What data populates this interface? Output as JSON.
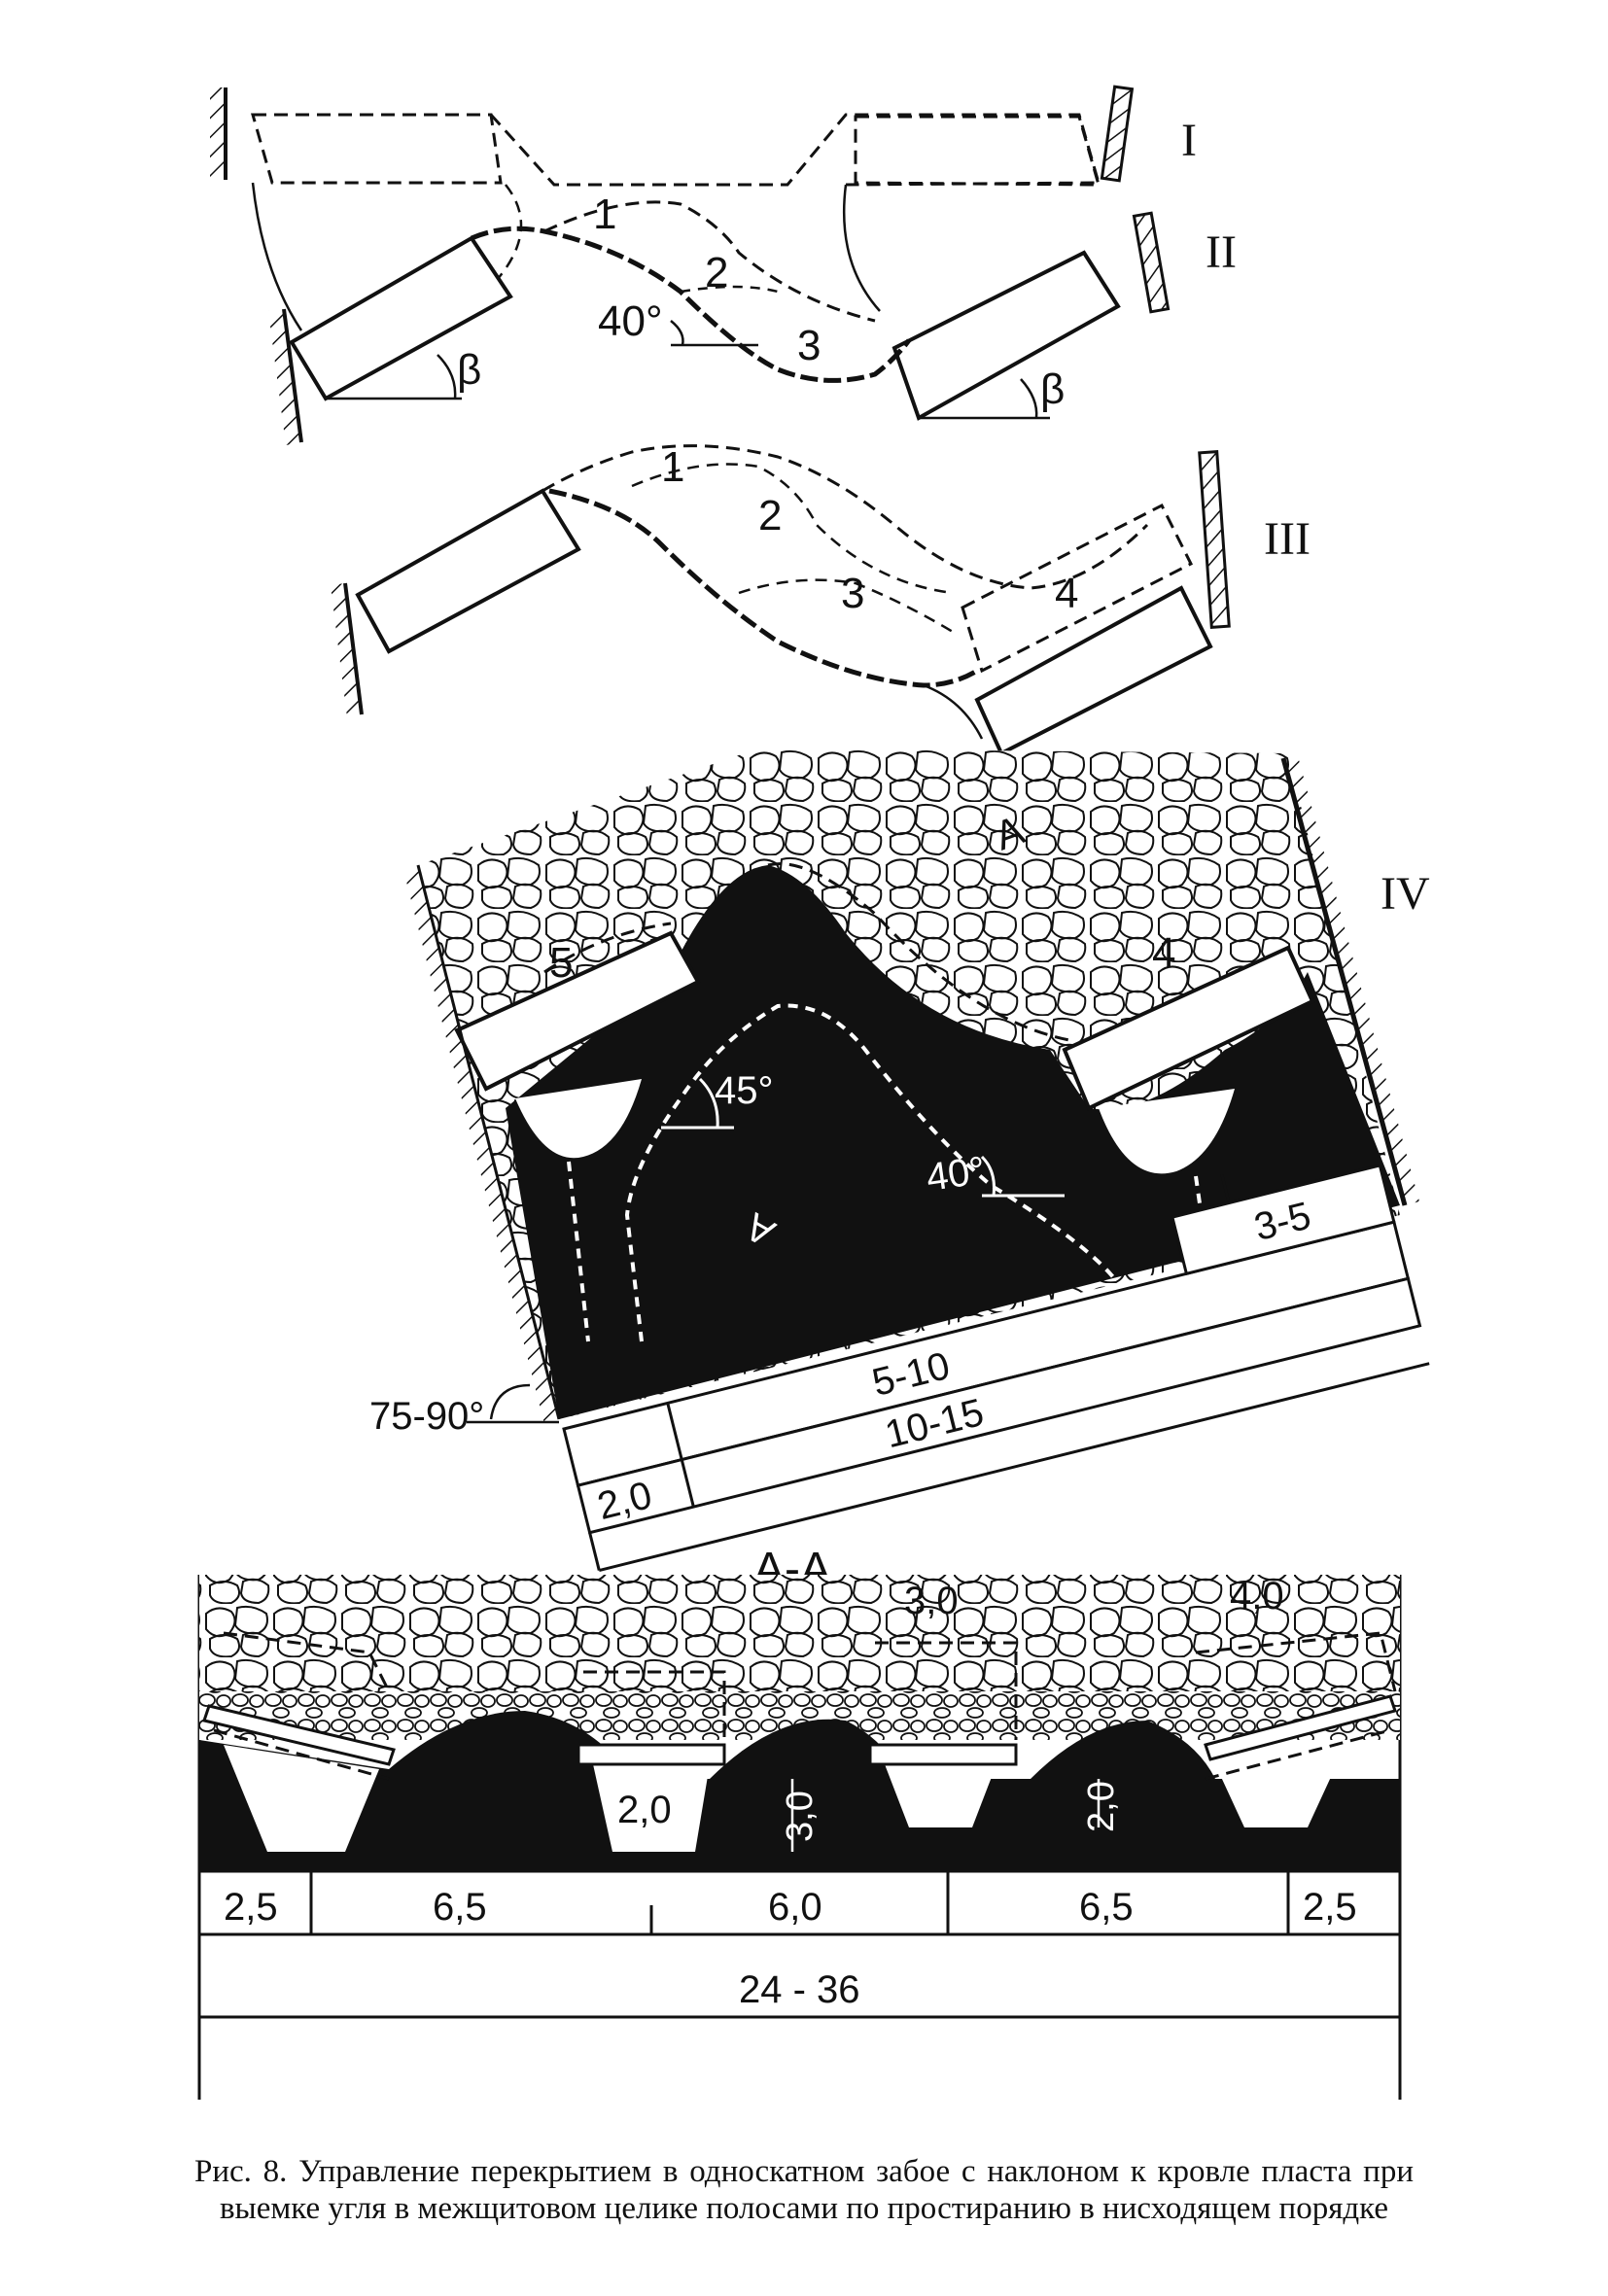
{
  "panel_I": {
    "roman": "I",
    "labels": [
      "1"
    ]
  },
  "panel_II": {
    "roman": "II",
    "labels": [
      "2",
      "3"
    ],
    "angle_label": "40°",
    "beta": "β"
  },
  "panel_III": {
    "roman": "III",
    "labels": [
      "1",
      "2",
      "3",
      "4"
    ]
  },
  "panel_IV": {
    "roman": "IV",
    "labels": [
      "5",
      "4"
    ],
    "section_marks": [
      "А",
      "А"
    ],
    "angle_45": "45°",
    "angle_40": "40°",
    "angle_base": "75-90°",
    "dims": [
      "3-5",
      "5-10",
      "2,0",
      "10-15"
    ]
  },
  "section_AA": {
    "title": "А-А",
    "top_dims": [
      "3,0",
      "4,0"
    ],
    "inner_dims": [
      "2,0",
      "3,0",
      "2,0"
    ],
    "bottom_dims": [
      "2,5",
      "6,5",
      "6,0",
      "6,5",
      "2,5"
    ],
    "total": "24 - 36"
  },
  "caption": "Рис. 8. Управление перекрытием в односкатном забое с наклоном к кровле пласта при выемке угля в межщитовом целике полосами по простиранию в нисходящем порядке",
  "colors": {
    "ink": "#111111",
    "paper": "#ffffff"
  }
}
